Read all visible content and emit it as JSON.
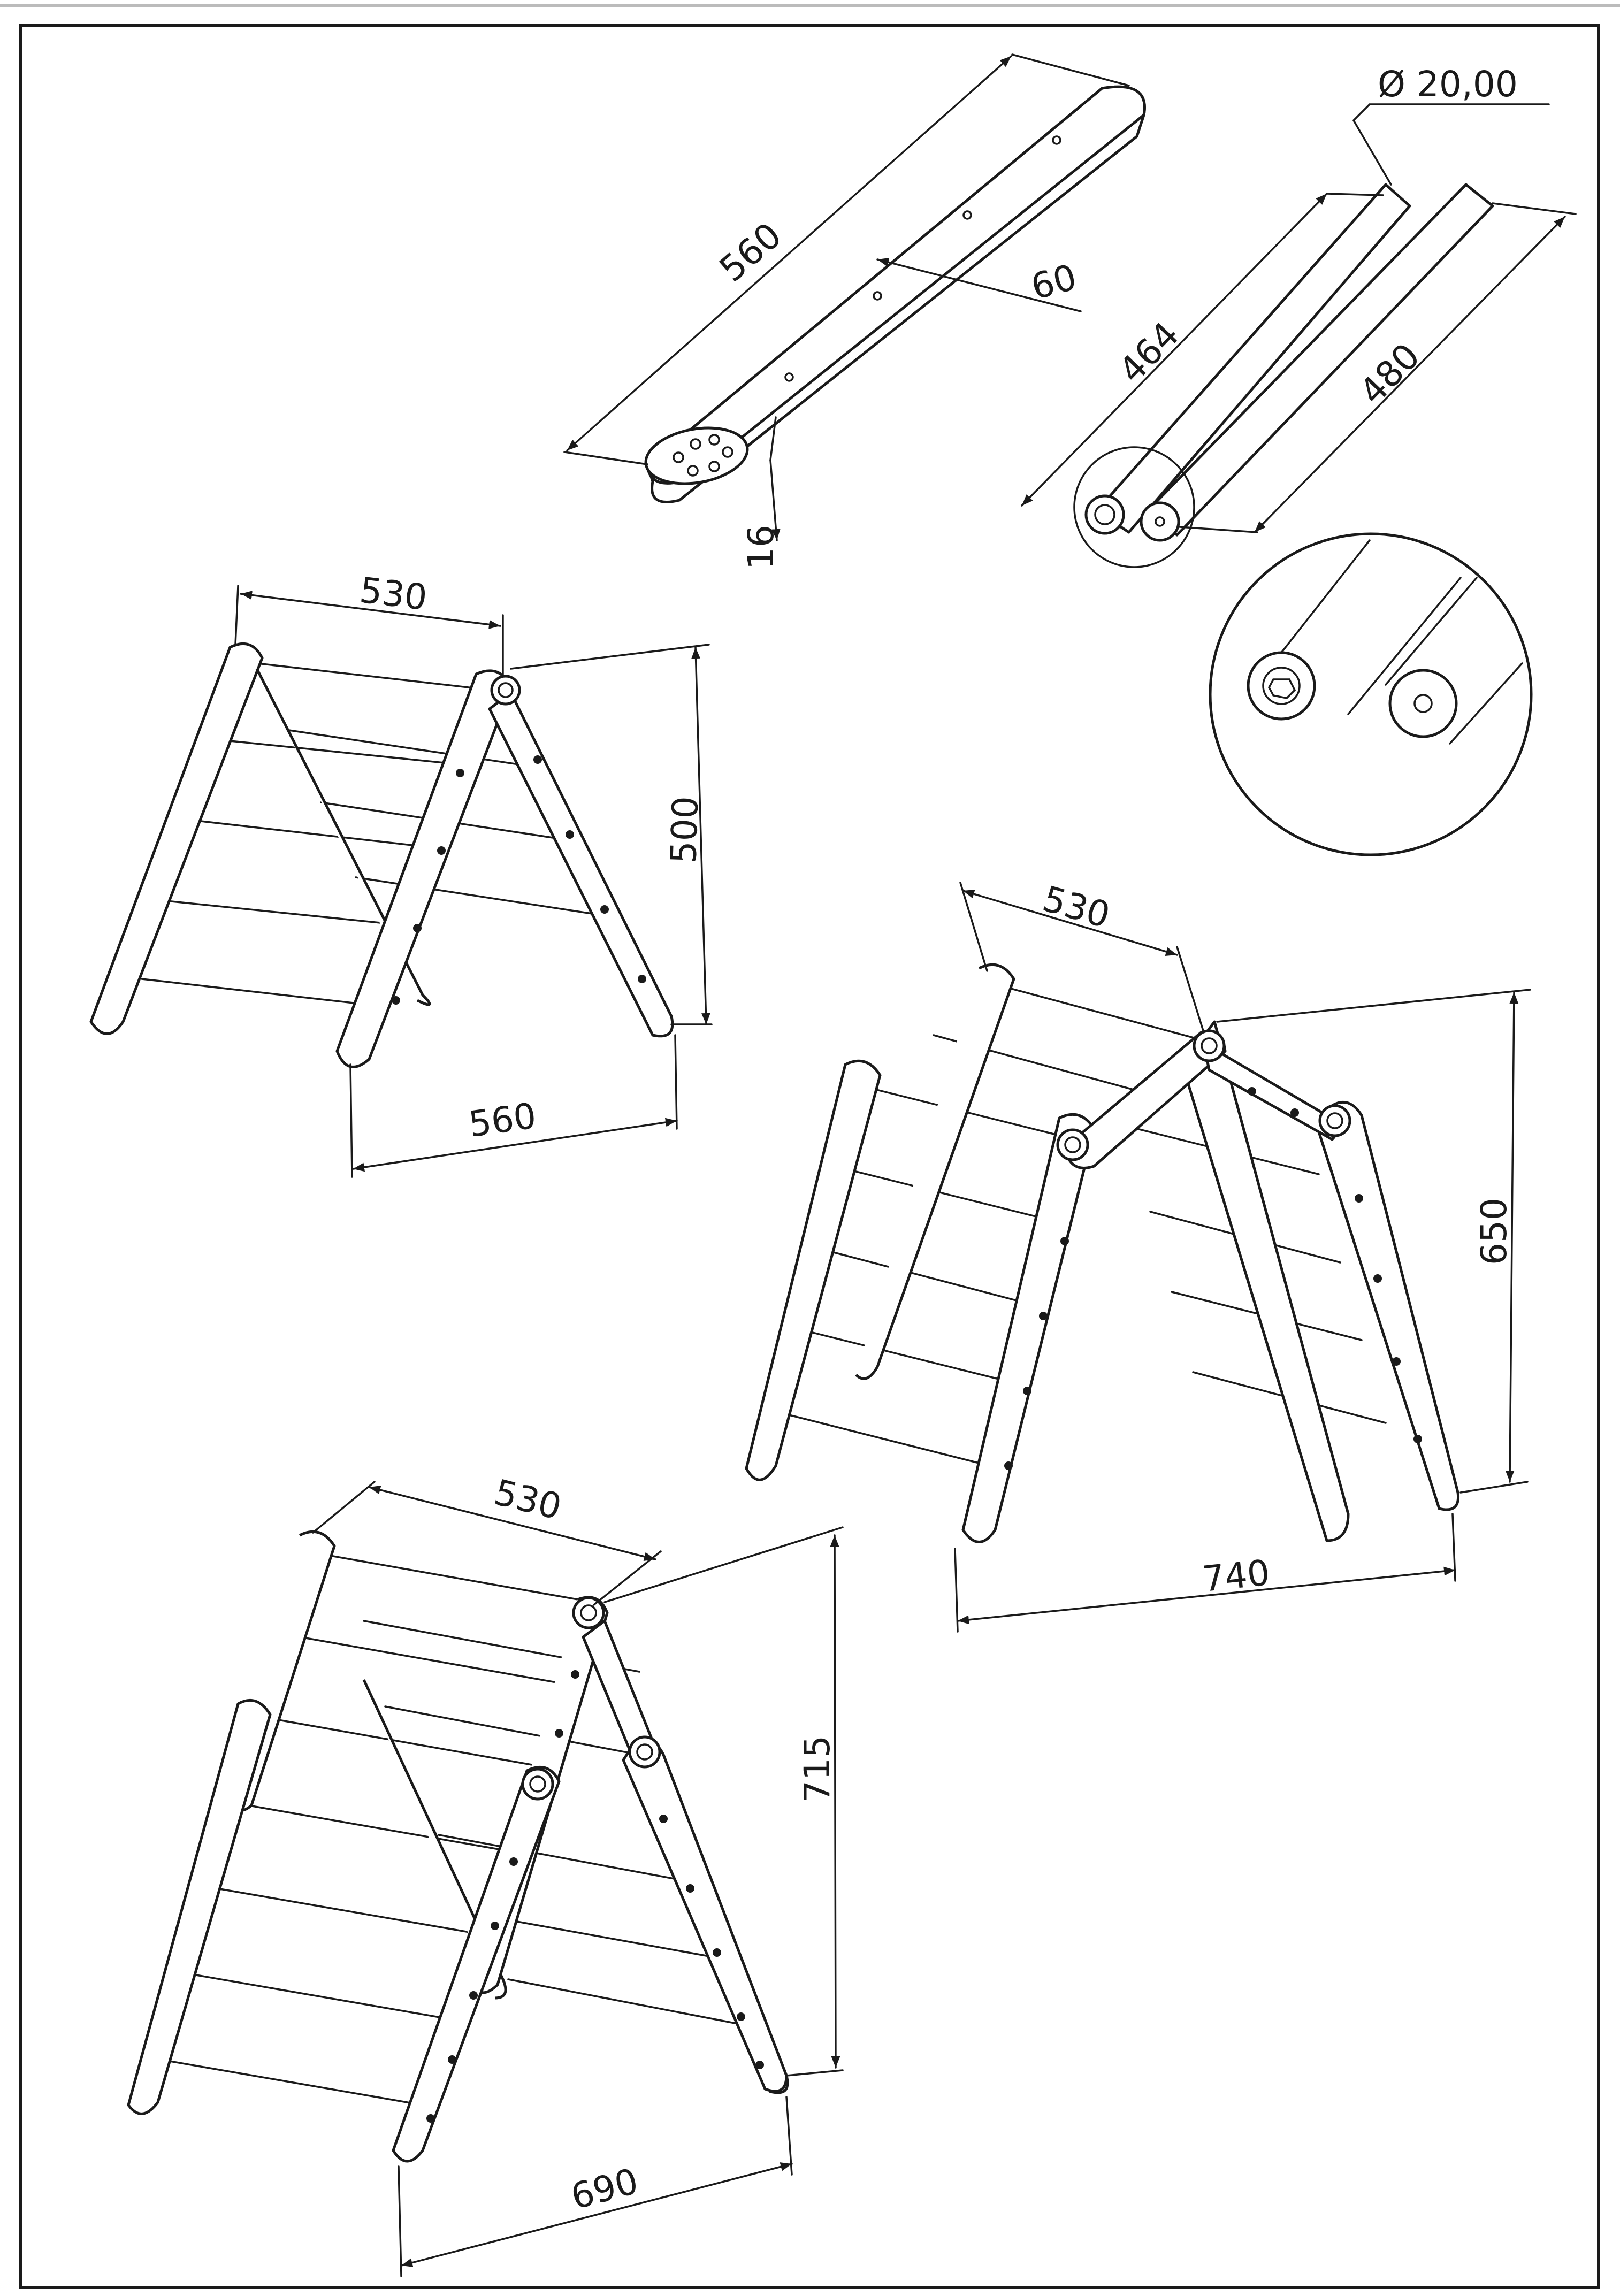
{
  "dimensions": {
    "board_length": "560",
    "board_width": "60",
    "board_thickness": "16",
    "rod_diameter": "Ø 20,00",
    "rod_length_short": "464",
    "rod_length_long": "480",
    "small_width": "530",
    "small_height": "500",
    "small_base": "560",
    "middle_width": "530",
    "middle_height": "650",
    "middle_base": "740",
    "large_width": "530",
    "large_height": "715",
    "large_base": "690"
  }
}
